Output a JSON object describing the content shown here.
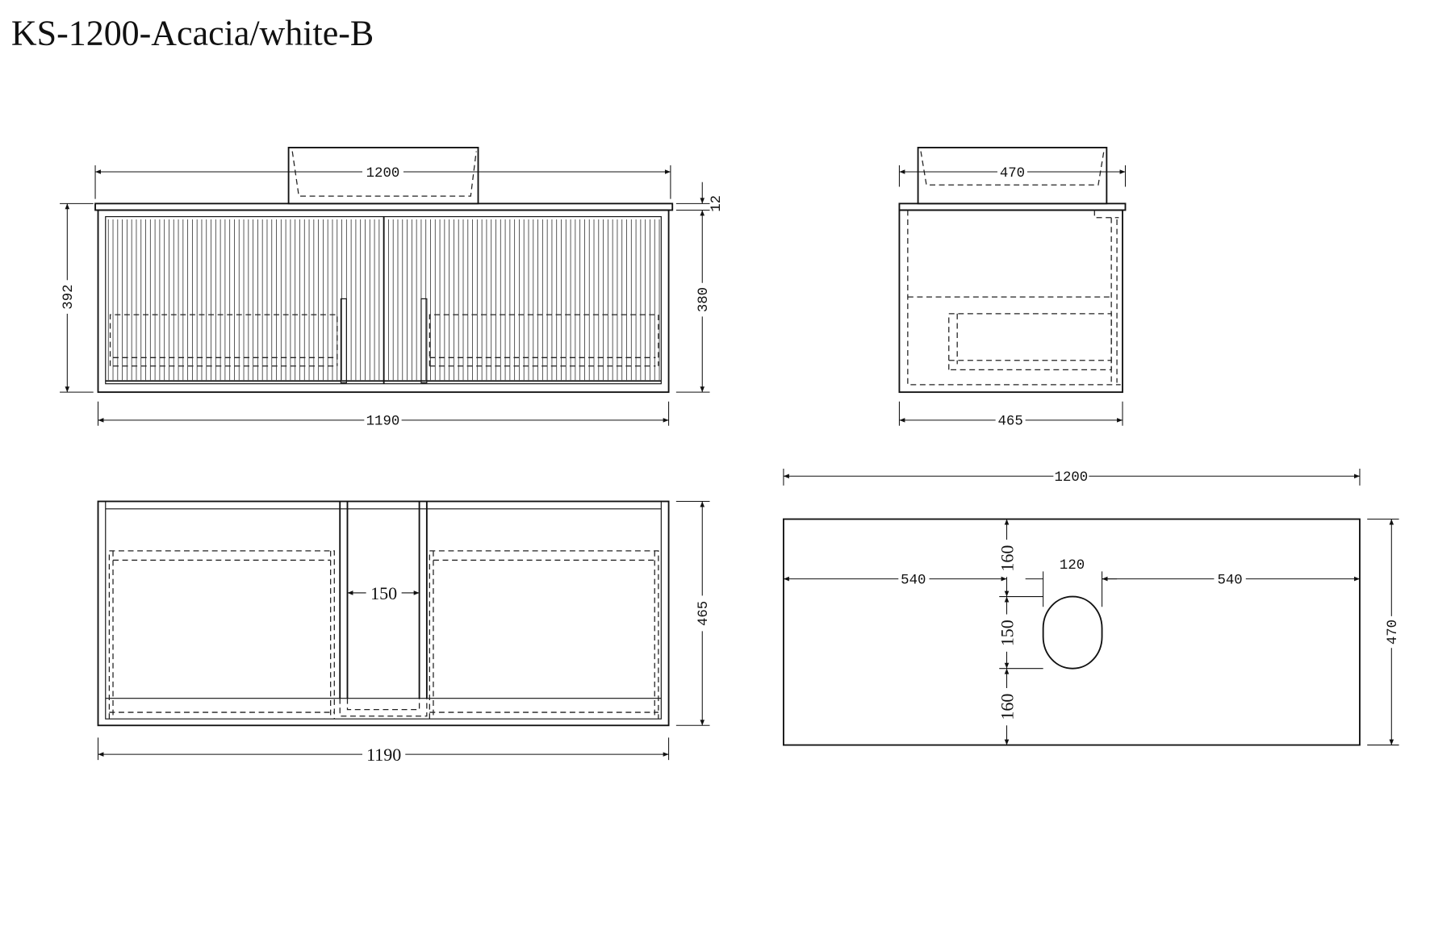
{
  "title": "KS-1200-Acacia/white-B",
  "front_view": {
    "overall_width": "1200",
    "cabinet_width": "1190",
    "total_height": "392",
    "cabinet_height": "380",
    "top_thickness": "12"
  },
  "side_view": {
    "basin_depth": "470",
    "cabinet_depth": "465"
  },
  "plan_view": {
    "cabinet_width": "1190",
    "cabinet_depth": "465",
    "center_gap": "150"
  },
  "top_view": {
    "width": "1200",
    "depth": "470",
    "left_offset": "540",
    "right_offset": "540",
    "hole_width": "120",
    "top_offset": "160",
    "hole_height": "150",
    "bottom_offset": "160"
  }
}
